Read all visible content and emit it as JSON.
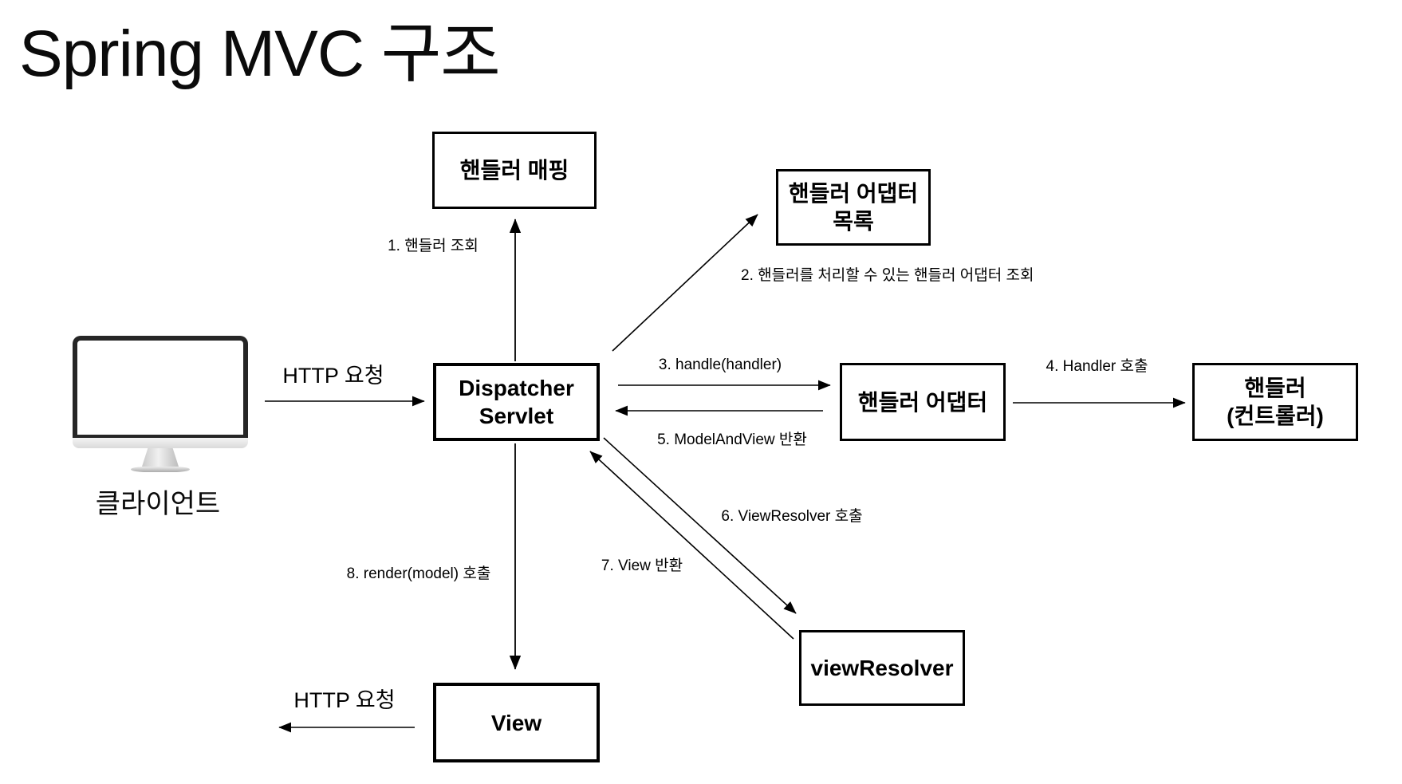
{
  "title": "Spring MVC 구조",
  "client": {
    "label": "클라이언트"
  },
  "nodes": {
    "handler_mapping": "핸들러 매핑",
    "handler_adapter_list": "핸들러 어댑터\n목록",
    "dispatcher_servlet": "Dispatcher\nServlet",
    "handler_adapter": "핸들러 어댑터",
    "handler_controller": "핸들러\n(컨트롤러)",
    "view_resolver": "viewResolver",
    "view": "View"
  },
  "edges": {
    "http_request_in": "HTTP 요청",
    "step1": "1. 핸들러 조회",
    "step2": "2. 핸들러를 처리할 수 있는 핸들러 어댑터 조회",
    "step3": "3. handle(handler)",
    "step4": "4. Handler 호출",
    "step5": "5. ModelAndView 반환",
    "step6": "6. ViewResolver 호출",
    "step7": "7. View 반환",
    "step8": "8. render(model) 호출",
    "http_request_out": "HTTP 요청"
  },
  "colors": {
    "line": "#000000",
    "box_border": "#000000",
    "text": "#000000",
    "background": "#ffffff"
  }
}
